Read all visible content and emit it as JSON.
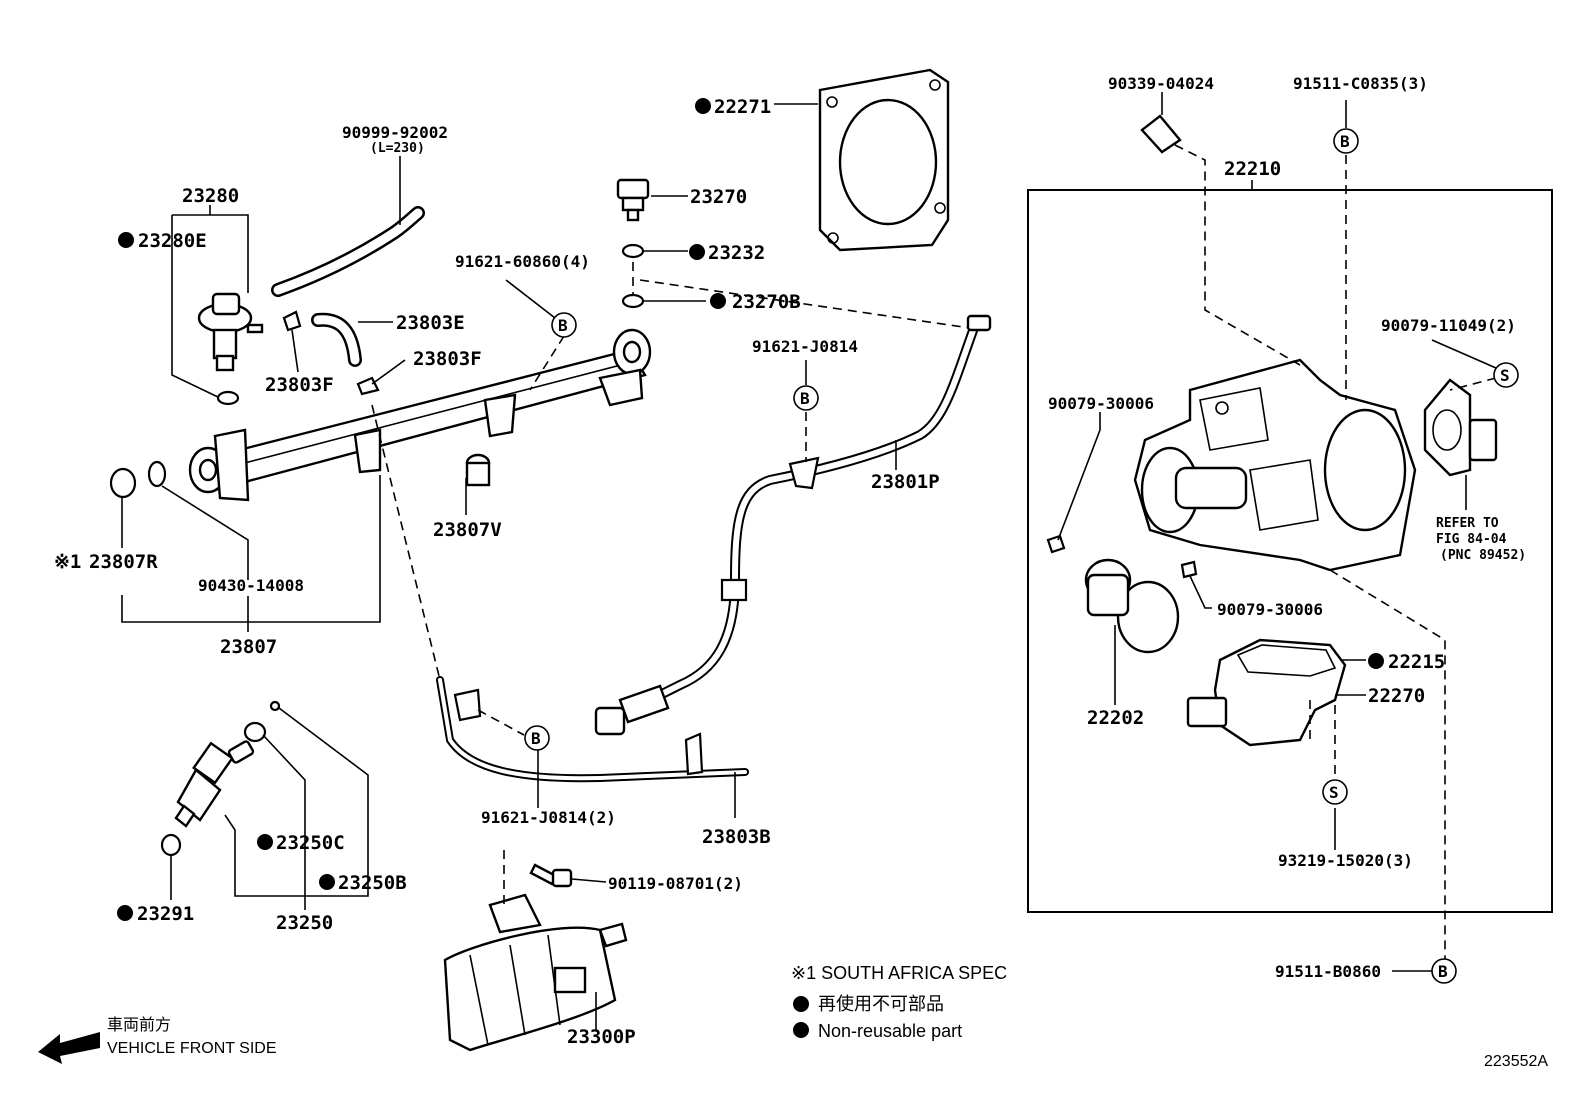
{
  "diagram": {
    "parts": {
      "p23280": "23280",
      "p23280E": "23280E",
      "p90999": "90999-92002",
      "p90999_len": "(L=230)",
      "p23803E": "23803E",
      "p23803F_a": "23803F",
      "p23803F_b": "23803F",
      "p23270": "23270",
      "p23232": "23232",
      "p23270B": "23270B",
      "p22271": "22271",
      "p91621_60860": "91621-60860(4)",
      "p91621_J0814": "91621-J0814",
      "p23801P": "23801P",
      "p23807V": "23807V",
      "p23807R": "23807R",
      "p23807R_mark": "※1",
      "p90430": "90430-14008",
      "p23807": "23807",
      "p23250C": "23250C",
      "p23250B": "23250B",
      "p23291": "23291",
      "p23250": "23250",
      "p91621_J0814_2": "91621-J0814(2)",
      "p23803B": "23803B",
      "p90119": "90119-08701(2)",
      "p23300P": "23300P",
      "p90339": "90339-04024",
      "p91511_C0835": "91511-C0835(3)",
      "p22210": "22210",
      "p90079_11049": "90079-11049(2)",
      "p90079_30006_a": "90079-30006",
      "p90079_30006_b": "90079-30006",
      "p22215": "22215",
      "p22270": "22270",
      "p22202": "22202",
      "p93219": "93219-15020(3)",
      "p91511_B0860": "91511-B0860"
    },
    "refer": {
      "line1": "REFER TO",
      "line2": "FIG 84-04",
      "line3": "(PNC 89452)"
    },
    "markers": {
      "B": "B",
      "S": "S"
    }
  },
  "legend": {
    "south_africa": "※1 SOUTH AFRICA SPEC",
    "nonreusable_jp": "再使用不可部品",
    "nonreusable_en": "Non-reusable part"
  },
  "front": {
    "jp": "車両前方",
    "en": "VEHICLE FRONT SIDE"
  },
  "figure_id": "223552A"
}
